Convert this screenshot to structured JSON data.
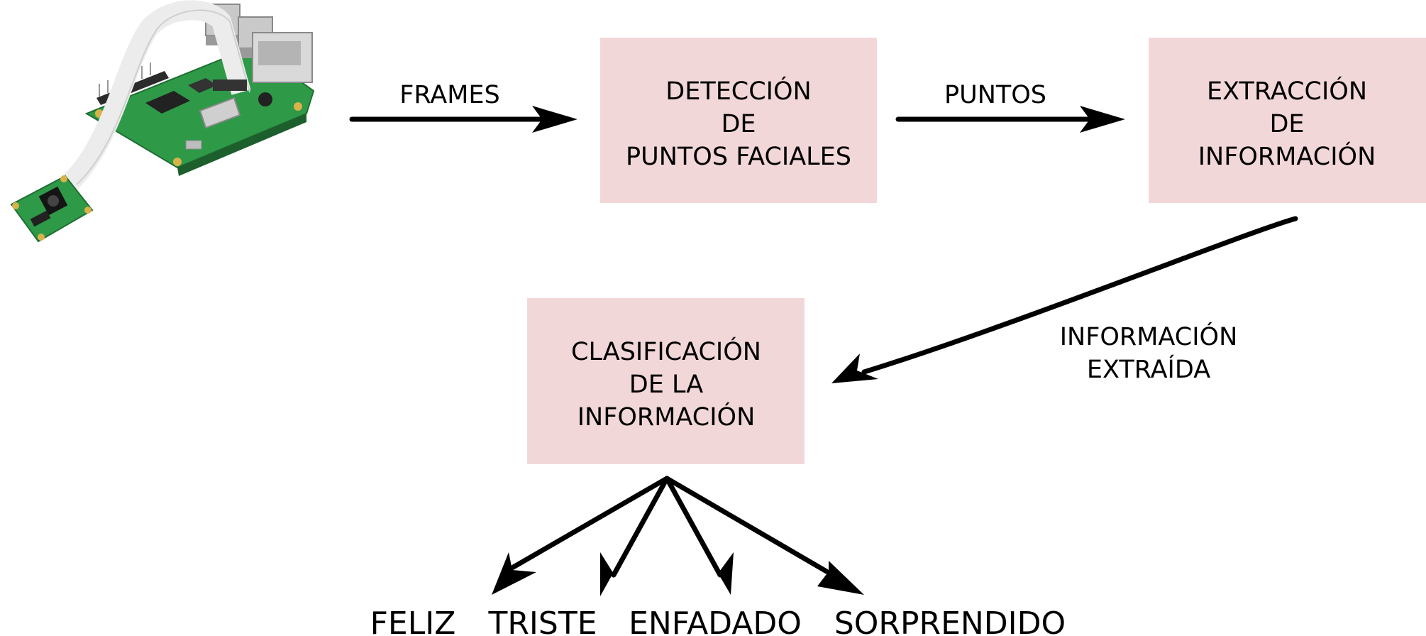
{
  "nodes": {
    "deteccion": {
      "lines": [
        "DETECCIÓN",
        "DE",
        "PUNTOS FACIALES"
      ]
    },
    "extraccion": {
      "lines": [
        "EXTRACCIÓN",
        "DE",
        "INFORMACIÓN"
      ]
    },
    "clasificacion": {
      "lines": [
        "CLASIFICACIÓN",
        "DE LA",
        "INFORMACIÓN"
      ]
    }
  },
  "edges": {
    "frames": "FRAMES",
    "puntos": "PUNTOS",
    "informacion_extraida": [
      "INFORMACIÓN",
      "EXTRAÍDA"
    ]
  },
  "outputs": [
    "FELIZ",
    "TRISTE",
    "ENFADADO",
    "SORPRENDIDO"
  ],
  "colors": {
    "box_fill": "#f2d7d9",
    "board_green": "#2e9a48",
    "arrow": "#000000"
  }
}
